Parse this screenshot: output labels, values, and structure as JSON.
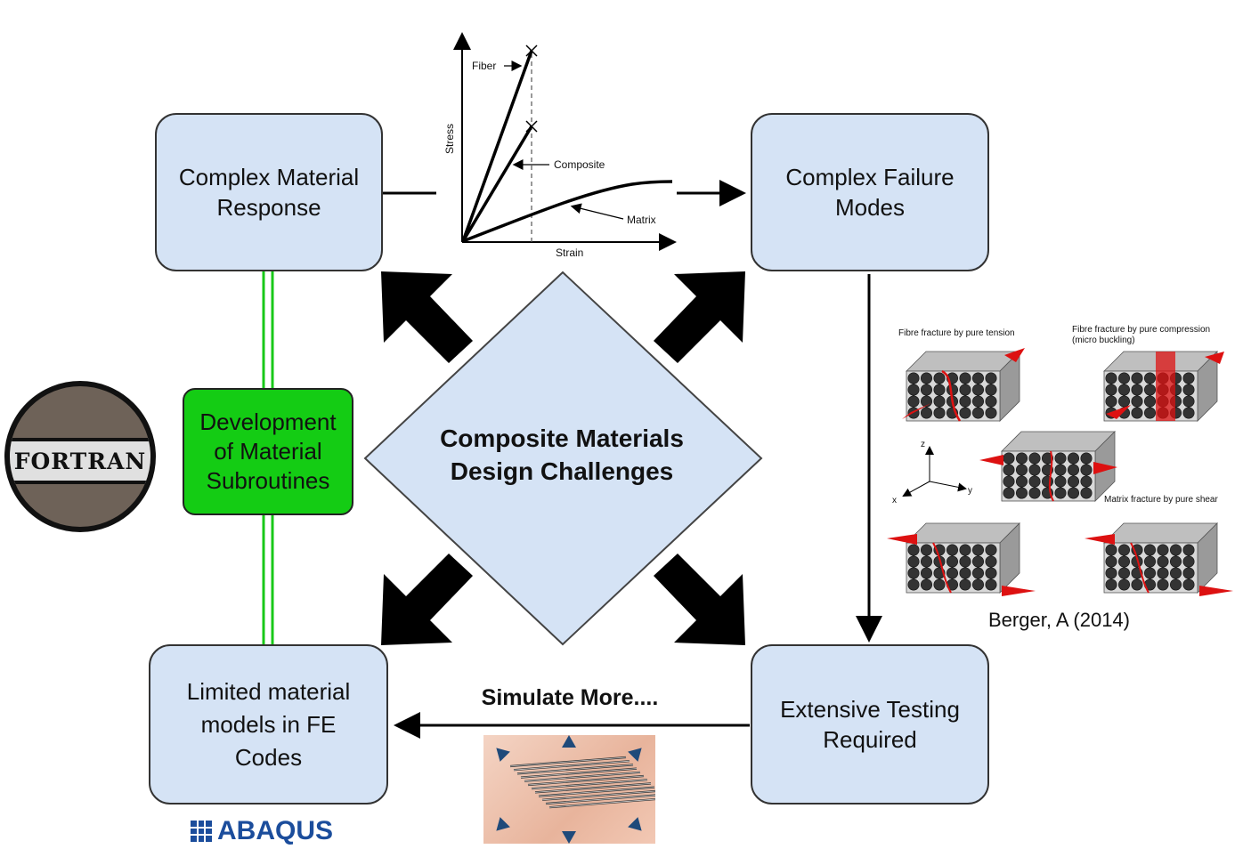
{
  "nodes": {
    "material_response": [
      "Complex Material",
      "Response"
    ],
    "failure_modes": [
      "Complex Failure",
      "Modes"
    ],
    "limited_models": [
      "Limited material",
      "models in FE",
      "Codes"
    ],
    "extensive_testing": [
      "Extensive Testing",
      "Required"
    ],
    "development": [
      "Development",
      "of Material",
      "Subroutines"
    ],
    "center": [
      "Composite Materials",
      "Design Challenges"
    ]
  },
  "edge_labels": {
    "simulate": "Simulate More...."
  },
  "citation": "Berger, A (2014)",
  "logos": {
    "fortran": "FORTRAN",
    "abaqus": "ABAQUS"
  },
  "stress_strain": {
    "xlabel": "Strain",
    "ylabel": "Stress",
    "curves": [
      "Fiber",
      "Composite",
      "Matrix"
    ]
  },
  "failure_figure": {
    "labels": {
      "tension": "Fibre fracture by pure tension",
      "compression_1": "Fibre fracture by pure compression",
      "compression_2": "(micro buckling)",
      "shear": "Matrix fracture by pure shear"
    },
    "axes": [
      "z",
      "y",
      "x"
    ]
  },
  "colors": {
    "box_fill": "#d5e3f5",
    "green": "#14cc14",
    "arrow": "#000000",
    "fracture_red": "#dd1111",
    "abaqus_blue": "#1b4d9c"
  }
}
